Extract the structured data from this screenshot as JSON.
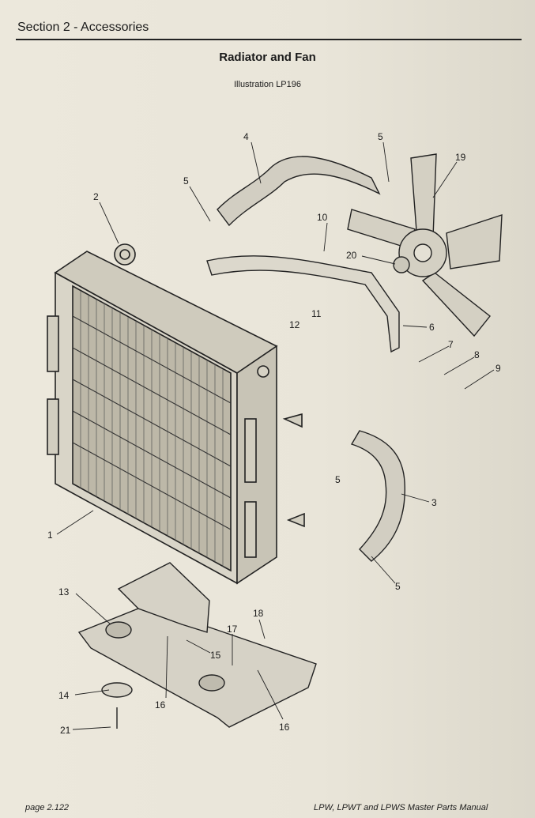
{
  "header": {
    "section": "Section 2 - Accessories"
  },
  "title": "Radiator and Fan",
  "subtitle": "Illustration LP196",
  "callouts": [
    "4",
    "5",
    "19",
    "5",
    "2",
    "10",
    "20",
    "12",
    "11",
    "6",
    "7",
    "8",
    "9",
    "5",
    "3",
    "1",
    "5",
    "13",
    "18",
    "17",
    "15",
    "14",
    "16",
    "16",
    "21"
  ],
  "footer": {
    "page": "page 2.122",
    "manual": "LPW, LPWT and LPWS Master Parts Manual"
  }
}
